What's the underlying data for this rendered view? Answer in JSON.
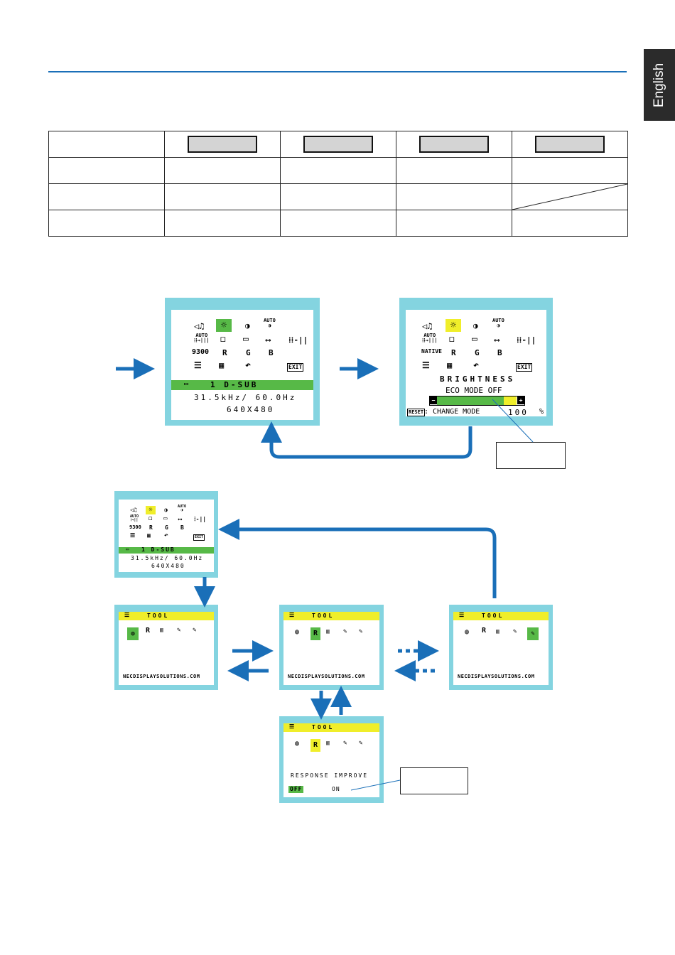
{
  "side_tab": {
    "label": "English"
  },
  "osd_main": {
    "input_label": "1  D-SUB",
    "frequency": "31.5kHz/ 60.0Hz",
    "resolution": "640X480",
    "preset": "9300",
    "r": "R",
    "g": "G",
    "b": "B",
    "exit": "EXIT",
    "auto": "AUTO"
  },
  "osd_brightness": {
    "title": "BRIGHTNESS",
    "eco_mode": "ECO MODE OFF",
    "reset_key": "RESET",
    "change_mode": ": CHANGE MODE",
    "value": "100",
    "unit": "%",
    "preset": "NATIVE",
    "level_fraction": 0.84
  },
  "osd_small": {
    "input_label": "1  D-SUB",
    "frequency": "31.5kHz/ 60.0Hz",
    "resolution": "640X480",
    "preset": "9300"
  },
  "tool_screen": {
    "title": "TOOL",
    "website": "NECDISPLAYSOLUTIONS.COM"
  },
  "tool_response": {
    "title": "TOOL",
    "setting": "RESPONSE  IMPROVE",
    "off": "OFF",
    "on": "ON"
  },
  "colors": {
    "accent_blue": "#1a6fb8",
    "osd_frame": "#84d4e0",
    "osd_green": "#57b947",
    "osd_yellow": "#f0ee2a"
  }
}
